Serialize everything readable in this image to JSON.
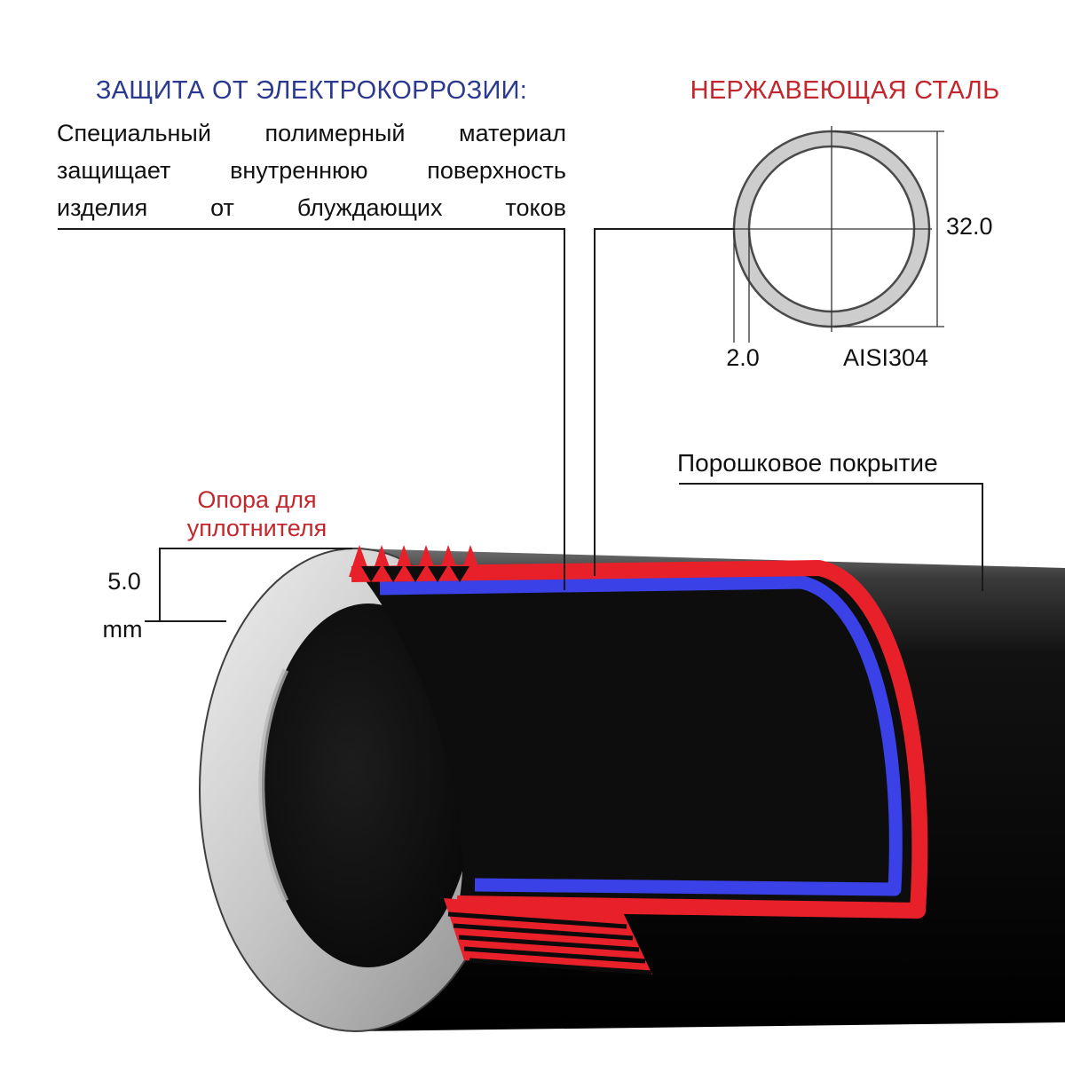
{
  "colors": {
    "heading_blue": "#2b3990",
    "heading_red": "#c1272d",
    "steel_red": "#e8202a",
    "polymer_blue": "#3a41e6",
    "metal_gray": "#cdcdcd",
    "pipe_black": "#0d0d0d",
    "line_black": "#1a1a1a"
  },
  "electrocorrosion": {
    "heading": "ЗАЩИТА ОТ ЭЛЕКТРОКОРРОЗИИ:",
    "lines": [
      "Специальный полимерный материал",
      "защищает внутреннюю поверхность",
      "изделия от блуждающих токов"
    ]
  },
  "steel": {
    "heading": "НЕРЖАВЕЮЩАЯ СТАЛЬ",
    "outer_diameter": "32.0",
    "wall_thickness": "2.0",
    "grade": "AISI304"
  },
  "coating": {
    "label": "Порошковое покрытие"
  },
  "seal_support": {
    "line1": "Опора для",
    "line2": "уплотнителя",
    "dimension": "5.0",
    "unit": "mm"
  }
}
